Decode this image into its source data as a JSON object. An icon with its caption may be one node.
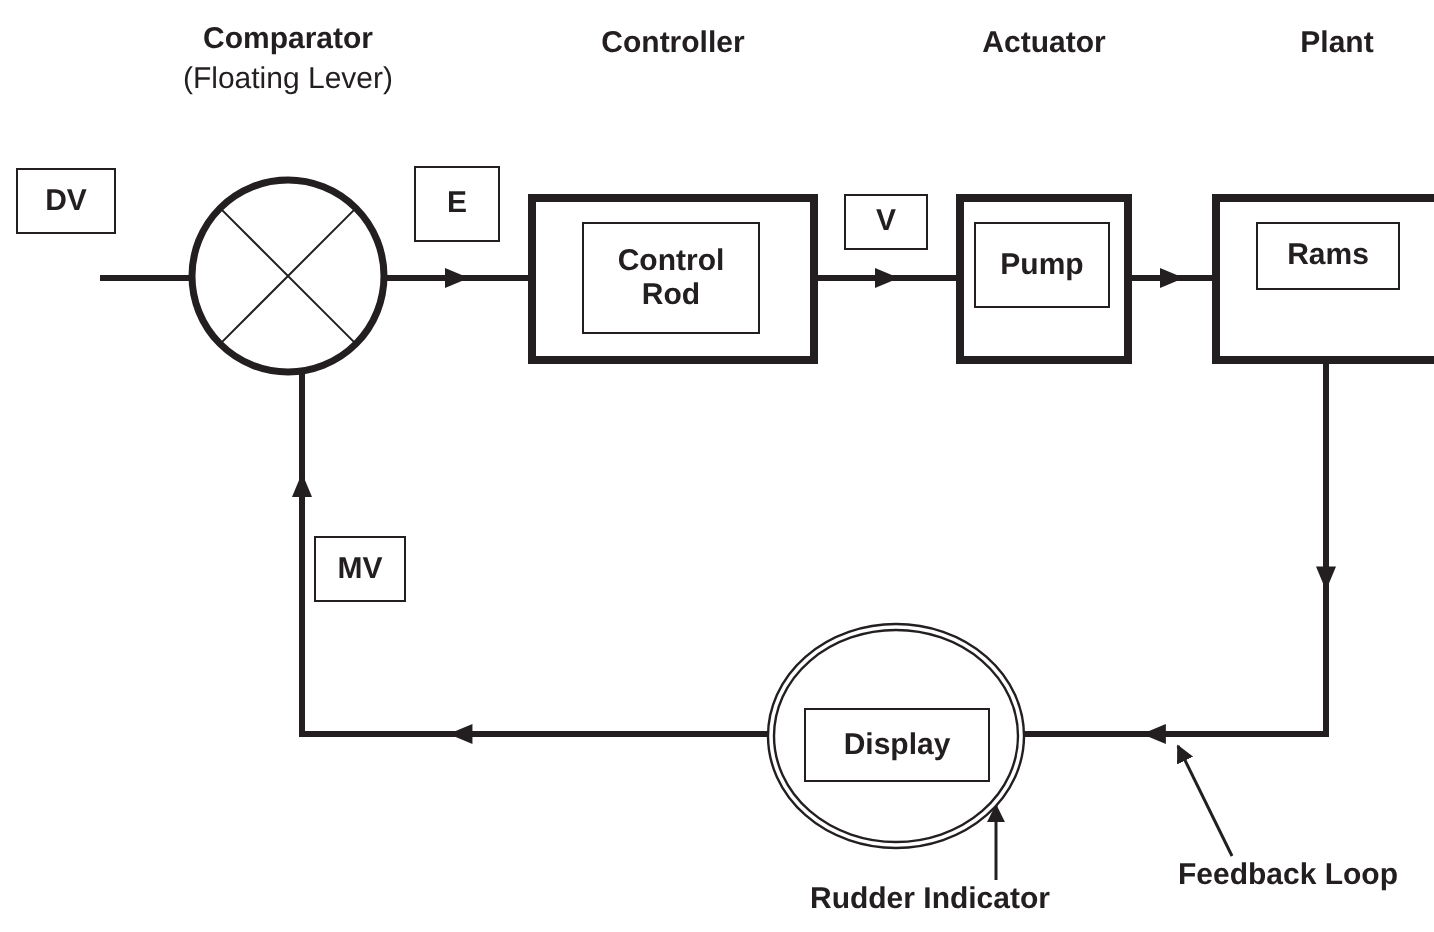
{
  "diagram": {
    "nodes": [
      {
        "text": [
          "Comparator",
          "(Floating Lever)"
        ]
      },
      {
        "text": [
          "Controller"
        ]
      },
      {
        "text": [
          "Control Rod"
        ],
        "in": 1
      },
      {
        "text": [
          "Actuator"
        ]
      },
      {
        "text": [
          "Pump"
        ],
        "in": 3
      },
      {
        "text": [
          "Plant"
        ]
      },
      {
        "text": [
          "Rams"
        ],
        "in": 5
      },
      {
        "text": [],
        "shape": "circle"
      },
      {
        "text": [
          "Display"
        ],
        "in": 7
      },
      {
        "text": [
          "Rudder Indicator"
        ]
      },
      {
        "text": [
          "Feedback Loop"
        ]
      },
      {
        "text": [
          "DV"
        ]
      },
      {
        "text": [
          "E"
        ]
      },
      {
        "text": [
          "V"
        ]
      },
      {
        "text": [
          "MV"
        ]
      }
    ],
    "edges": [
      {
        "from": null,
        "to": 0,
        "arrow": "none"
      },
      {
        "from": 0,
        "to": 1,
        "arrow": "to"
      },
      {
        "from": 1,
        "to": 3,
        "arrow": "to"
      },
      {
        "from": 3,
        "to": 5,
        "arrow": "to"
      },
      {
        "from": 5,
        "to": 7,
        "arrow": "to"
      },
      {
        "from": 7,
        "to": 0,
        "arrow": "to"
      },
      {
        "from": 9,
        "to": 7,
        "arrow": "to"
      },
      {
        "from": 10,
        "to": null,
        "arrow": "to"
      }
    ]
  }
}
